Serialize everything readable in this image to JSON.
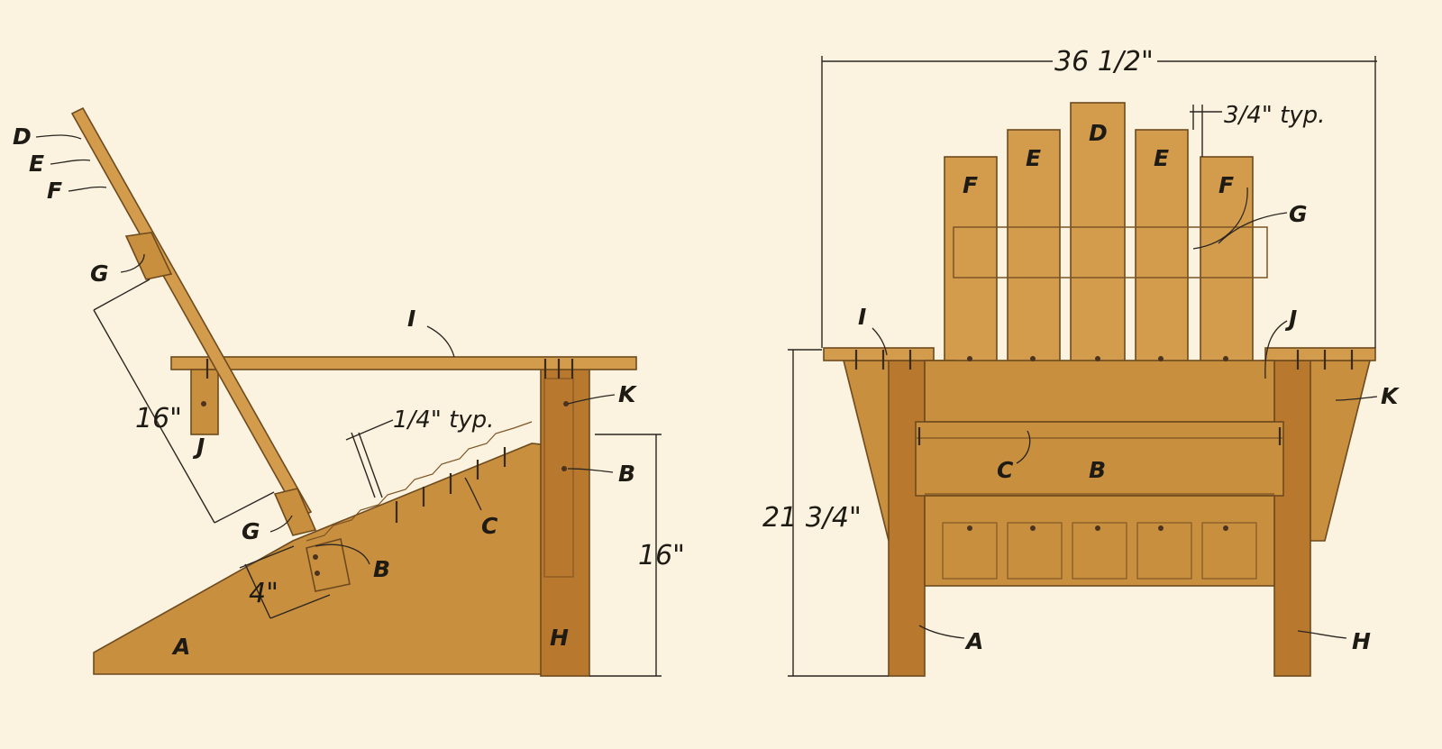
{
  "side_view": {
    "labels": {
      "D": "D",
      "E": "E",
      "F": "F",
      "G_top": "G",
      "G_bottom": "G",
      "I": "I",
      "J": "J",
      "K": "K",
      "B_right": "B",
      "B_bottom": "B",
      "C": "C",
      "A": "A",
      "H": "H"
    },
    "dimensions": {
      "back_length": "16\"",
      "slat_gap": "1/4\" typ.",
      "front_height": "16\"",
      "seat_offset": "4\""
    }
  },
  "front_view": {
    "labels": {
      "D": "D",
      "E_left": "E",
      "E_right": "E",
      "F_left": "F",
      "F_right": "F",
      "G": "G",
      "I": "I",
      "J": "J",
      "K": "K",
      "C": "C",
      "B": "B",
      "A": "A",
      "H": "H"
    },
    "dimensions": {
      "overall_width": "36 1/2\"",
      "slat_gap": "3/4\" typ.",
      "arm_height": "21 3/4\""
    }
  },
  "colors": {
    "background": "#fbf3df",
    "wood": "#c88f3f",
    "line": "#2a2520"
  }
}
